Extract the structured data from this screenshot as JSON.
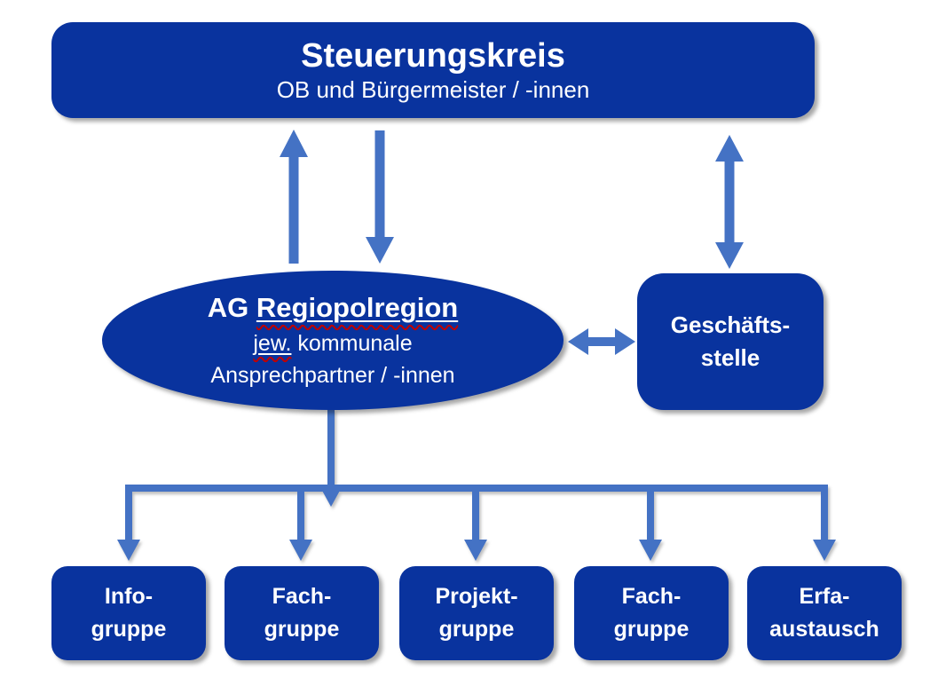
{
  "top_box": {
    "title": "Steuerungskreis",
    "subtitle": "OB und Bürgermeister / -innen"
  },
  "ellipse": {
    "title_prefix": "AG",
    "title_underlined": "Regiopolregion",
    "line2_underlined": "jew.",
    "line2_rest": "kommunale",
    "line3": "Ansprechpartner / -innen"
  },
  "office_box": {
    "line1": "Geschäfts-",
    "line2": "stelle"
  },
  "groups": [
    {
      "line1": "Info-",
      "line2": "gruppe"
    },
    {
      "line1": "Fach-",
      "line2": "gruppe"
    },
    {
      "line1": "Projekt-",
      "line2": "gruppe"
    },
    {
      "line1": "Fach-",
      "line2": "gruppe"
    },
    {
      "line1": "Erfa-",
      "line2": "austausch"
    }
  ],
  "colors": {
    "node_fill": "#09339E",
    "arrow": "#4472C4",
    "text": "#FFFFFF",
    "spellcheck": "#C00000"
  }
}
